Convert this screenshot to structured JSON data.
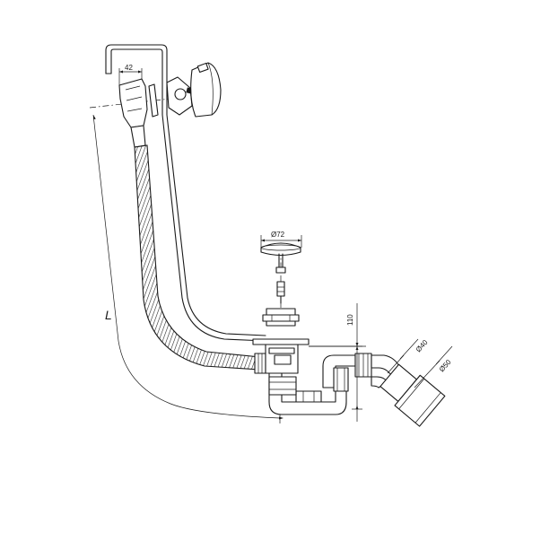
{
  "dimensions": {
    "top_width": "42",
    "drain_cover_diameter": "Ø72",
    "trap_height": "110",
    "outlet_inner": "Ø40",
    "outlet_outer": "Ø50",
    "length": "L"
  }
}
